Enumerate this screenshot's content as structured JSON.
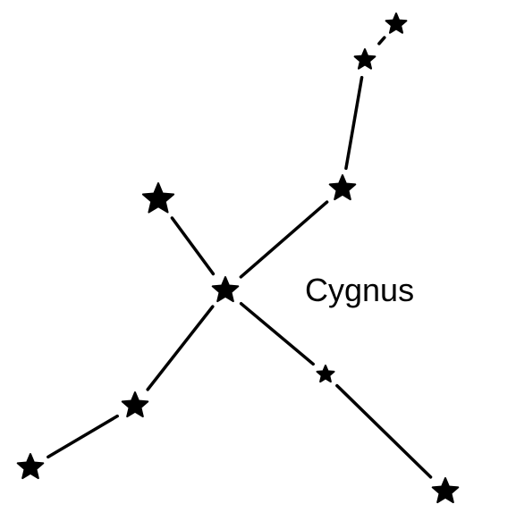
{
  "constellation": {
    "name": "Cygnus"
  },
  "colors": {
    "background": "#ffffff",
    "ink": "#000000"
  },
  "stars": [
    {
      "id": "star-top-right-tip",
      "icon": "star-icon"
    },
    {
      "id": "star-upper-right-2",
      "icon": "star-icon"
    },
    {
      "id": "star-upper-right-1",
      "icon": "star-icon"
    },
    {
      "id": "star-upper-left",
      "icon": "star-icon"
    },
    {
      "id": "star-center",
      "icon": "star-icon"
    },
    {
      "id": "star-lower-left-1",
      "icon": "star-icon"
    },
    {
      "id": "star-lower-left-tip",
      "icon": "star-icon"
    },
    {
      "id": "star-lower-right-1",
      "icon": "star-icon"
    },
    {
      "id": "star-lower-right-tip",
      "icon": "star-icon"
    }
  ]
}
